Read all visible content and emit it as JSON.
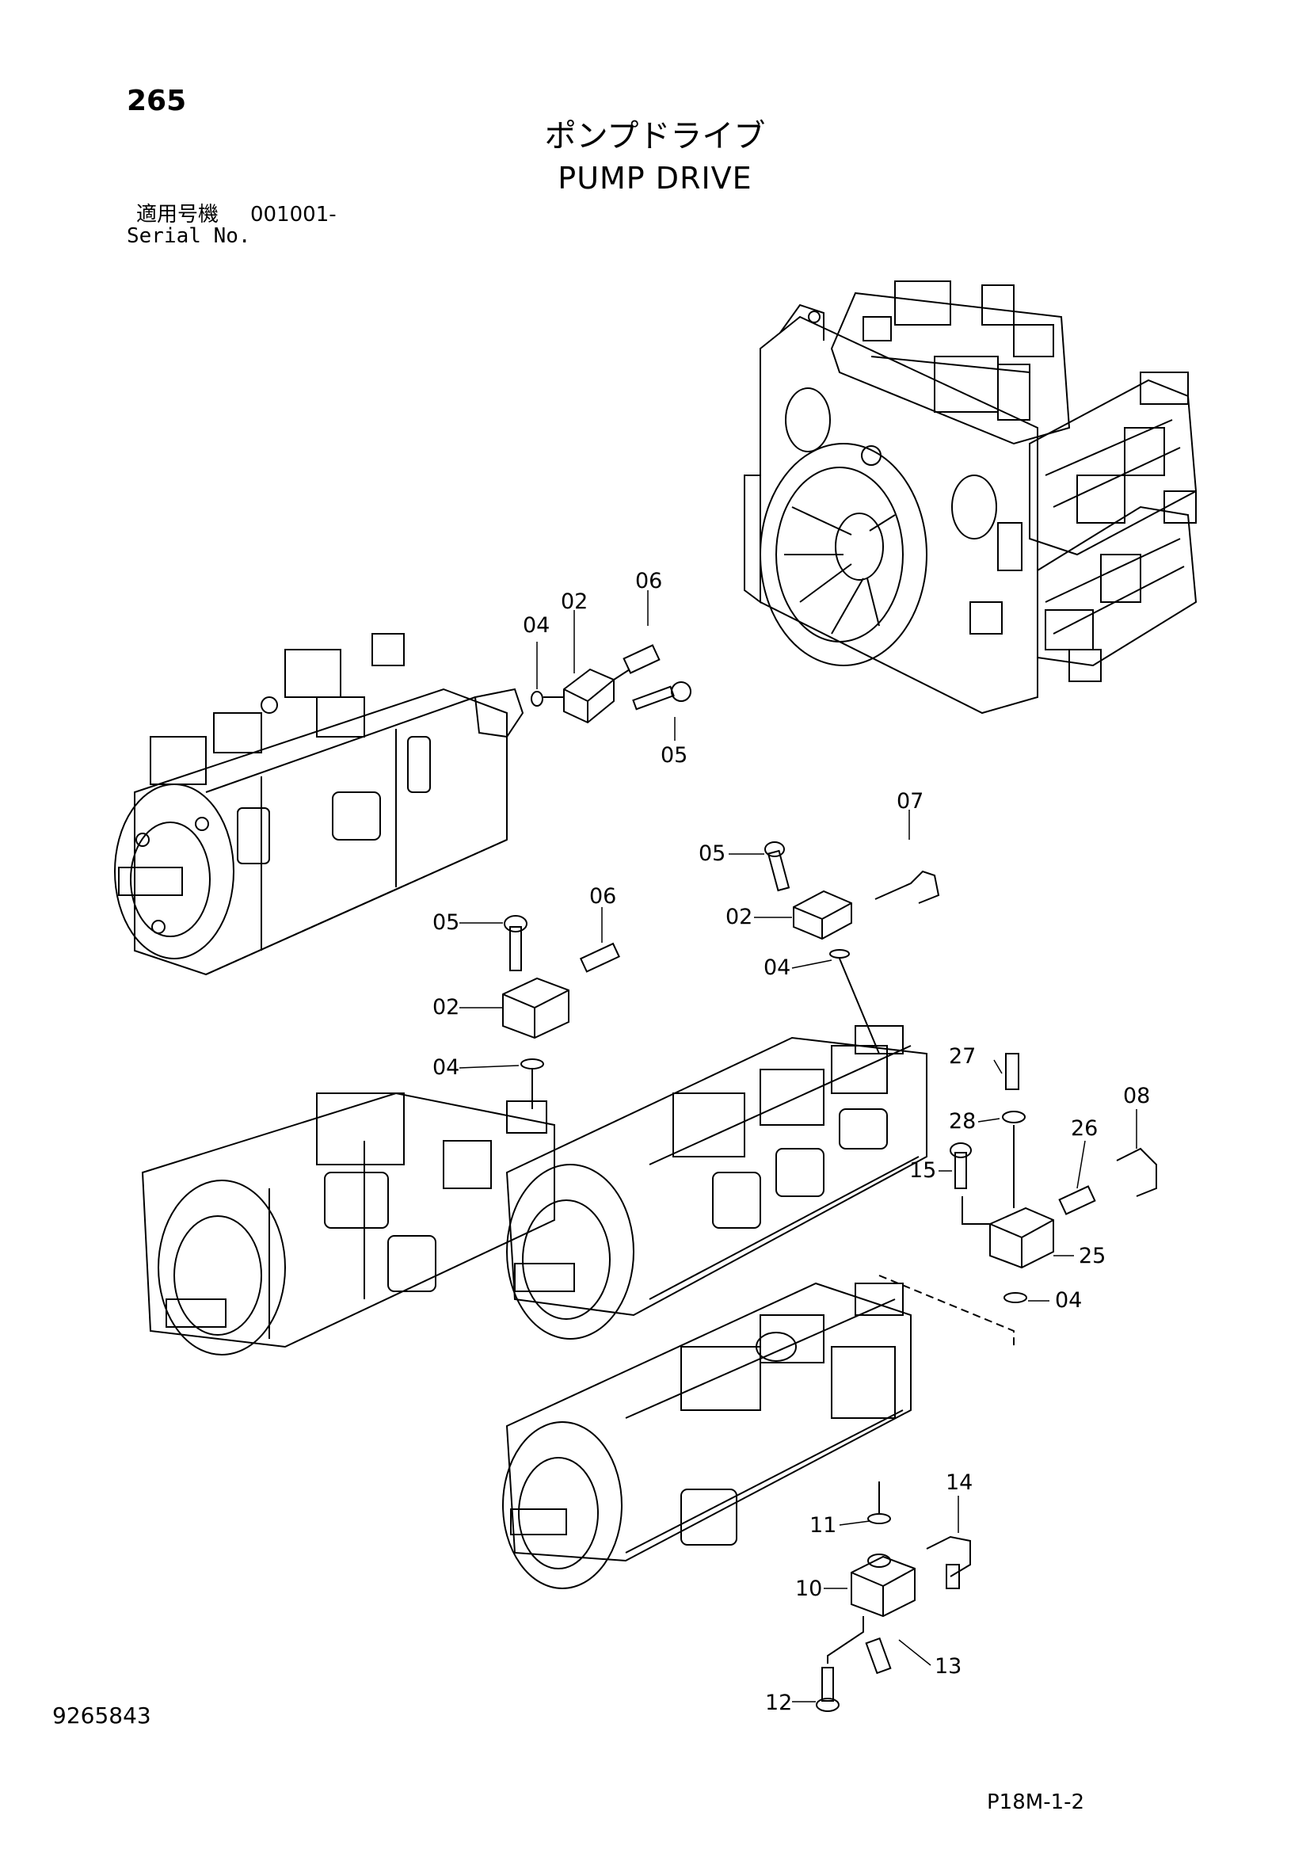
{
  "header": {
    "page_number": "265",
    "title_jp": "ポンプドライブ",
    "title_en": "PUMP DRIVE",
    "serial_label_jp": "適用号機",
    "serial_value": "001001-",
    "serial_label_en": "Serial No."
  },
  "footer": {
    "doc_number": "9265843",
    "sheet_ref": "P18M-1-2"
  },
  "callouts": {
    "c06_a": "06",
    "c02_a": "02",
    "c04_a": "04",
    "c05_a": "05",
    "c07": "07",
    "c05_b": "05",
    "c02_b": "02",
    "c04_b": "04",
    "c05_c": "05",
    "c06_b": "06",
    "c02_c": "02",
    "c04_c": "04",
    "c27": "27",
    "c28": "28",
    "c08": "08",
    "c26": "26",
    "c15": "15",
    "c25": "25",
    "c04_d": "04",
    "c14": "14",
    "c11": "11",
    "c10": "10",
    "c13": "13",
    "c12": "12"
  },
  "colors": {
    "ink": "#000000",
    "paper": "#ffffff"
  }
}
